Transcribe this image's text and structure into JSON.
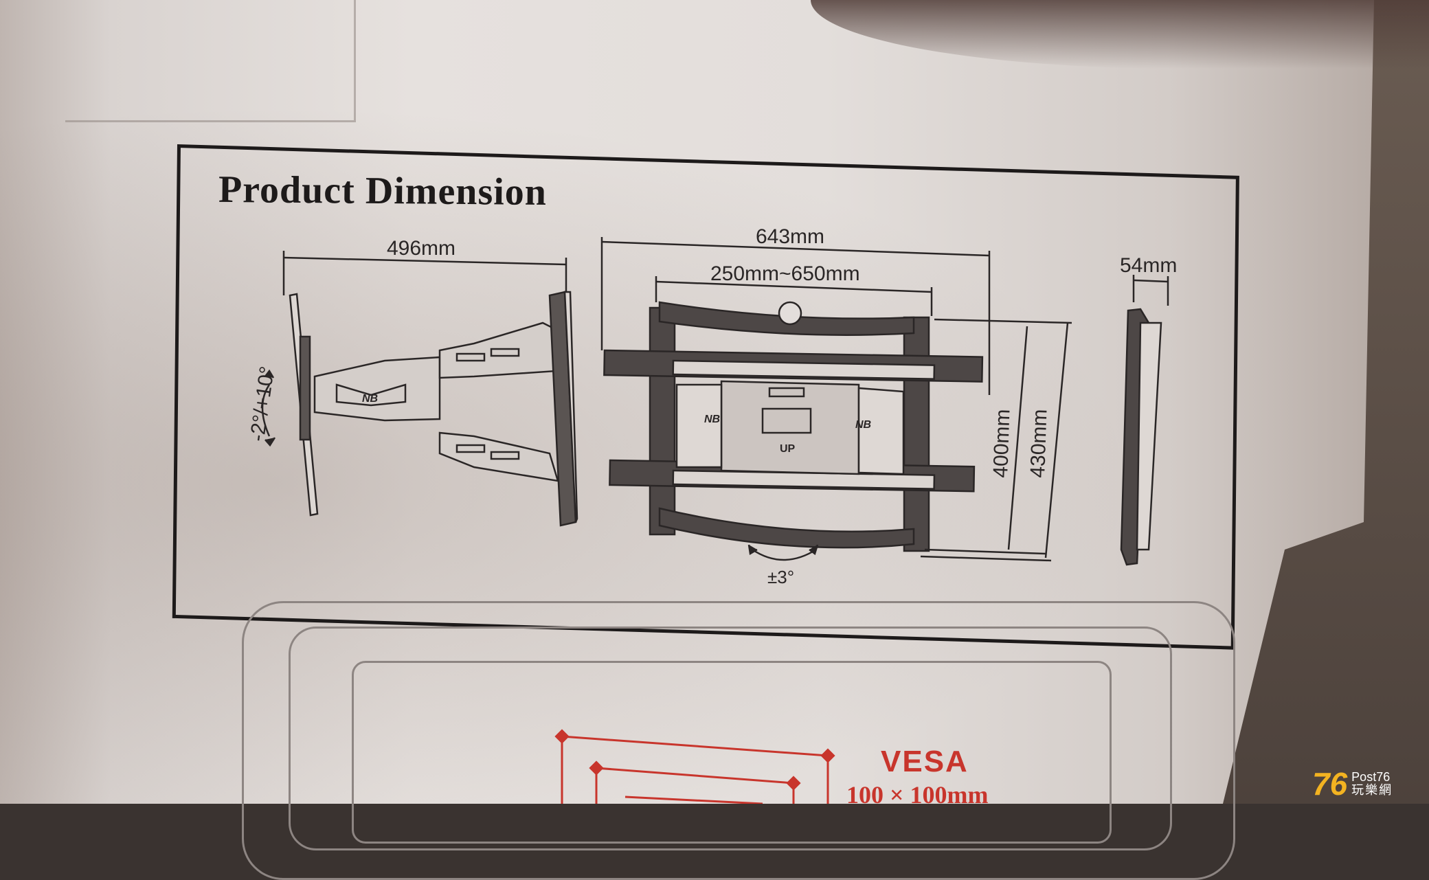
{
  "panel": {
    "title": "Product Dimension",
    "labels": {
      "depth_total": "496mm",
      "tilt": "-2°/+10°",
      "width_total": "643mm",
      "hole_span": "250mm~650mm",
      "plate_height": "400mm",
      "total_height": "430mm",
      "profile_depth": "54mm",
      "rotation": "±3°",
      "up_mark": "UP",
      "brand_mark": "NB"
    }
  },
  "vesa": {
    "title": "VESA",
    "size": "100 × 100mm"
  },
  "watermark": {
    "number": "76",
    "line1": "Post76",
    "line2": "玩樂網"
  },
  "colors": {
    "ink": "#1d1a1a",
    "vesa_red": "#c8352c",
    "watermark_gold": "#f3b321"
  }
}
